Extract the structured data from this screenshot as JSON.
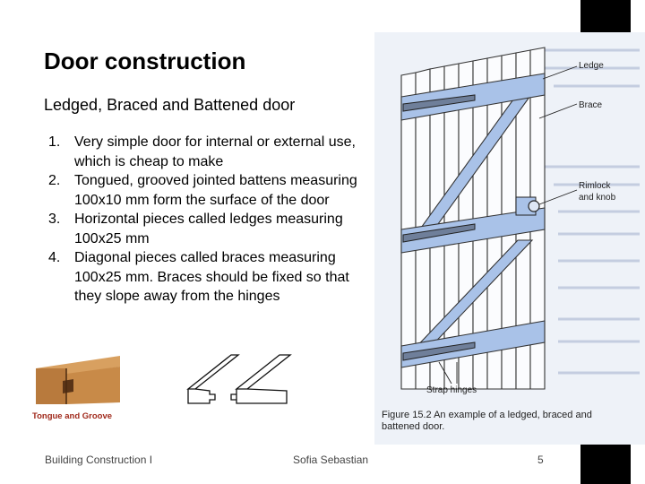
{
  "slide": {
    "title": "Door construction",
    "subtitle": "Ledged, Braced and Battened door",
    "points": [
      {
        "num": "1.",
        "text": "Very simple door for internal or external use, which is cheap to make"
      },
      {
        "num": "2.",
        "text": "Tongued, grooved jointed battens measuring 100x10 mm form the surface of the door"
      },
      {
        "num": "3.",
        "text": "Horizontal pieces called ledges measuring 100x25 mm"
      },
      {
        "num": "4.",
        "text": "Diagonal pieces called braces measuring 100x25 mm. Braces should be fixed so that they slope away from the hinges"
      }
    ]
  },
  "figure": {
    "labels": {
      "ledge": "Ledge",
      "brace": "Brace",
      "rimlock_line1": "Rimlock",
      "rimlock_line2": "and knob",
      "strap_hinges": "Strap hinges"
    },
    "caption_line1": "Figure 15.2  An example of a ledged, braced and",
    "caption_line2": "battened door.",
    "joint_label": "Tongue and Groove"
  },
  "footer": {
    "course": "Building Construction I",
    "author": "Sofia Sebastian",
    "page": "5"
  },
  "colors": {
    "timber_blue": "#a9c2e8",
    "timber_wood": "#b87a3d",
    "joint_label_red": "#a0291b"
  }
}
